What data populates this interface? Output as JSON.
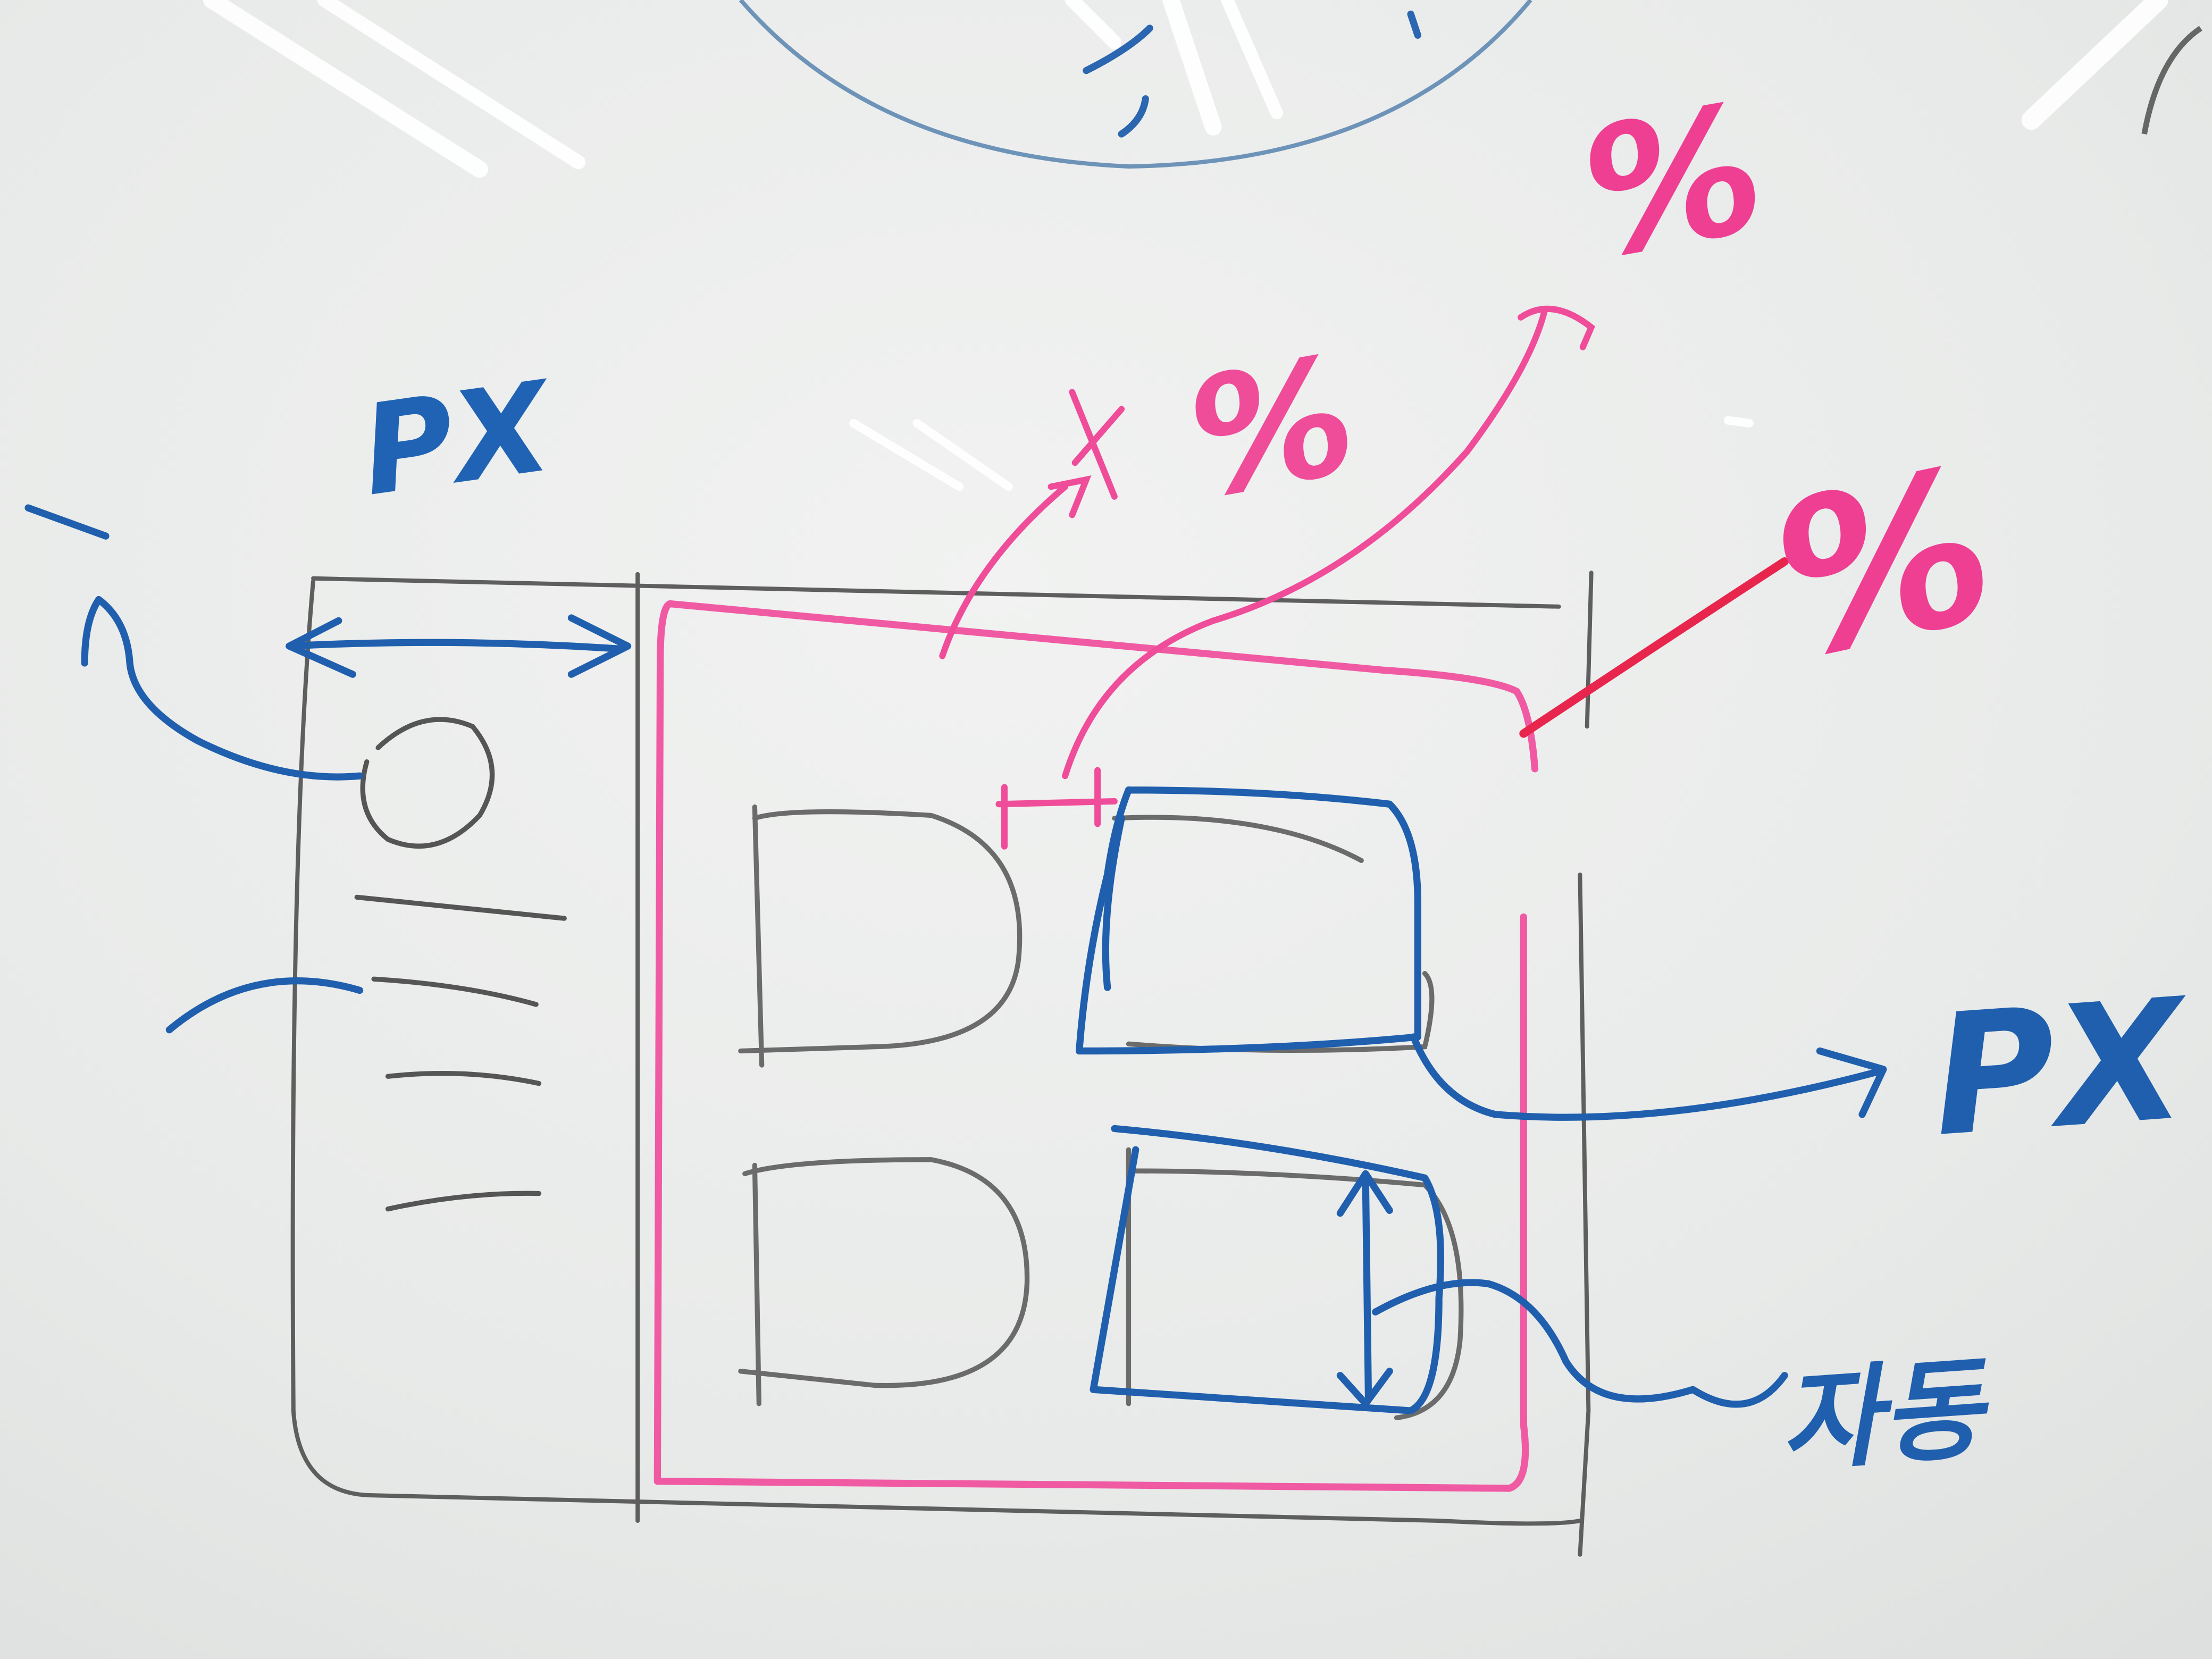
{
  "labels": {
    "px_top": "PX",
    "px_right": "PX",
    "percent_1": "%",
    "percent_2": "%",
    "percent_3": "%",
    "korean_note": "자동"
  },
  "colors": {
    "board": "#e9ebea",
    "marker_black": "#5a5a5a",
    "marker_blue": "#1f5fae",
    "marker_pink": "#ee3f93",
    "reflection": "#ffffff"
  }
}
